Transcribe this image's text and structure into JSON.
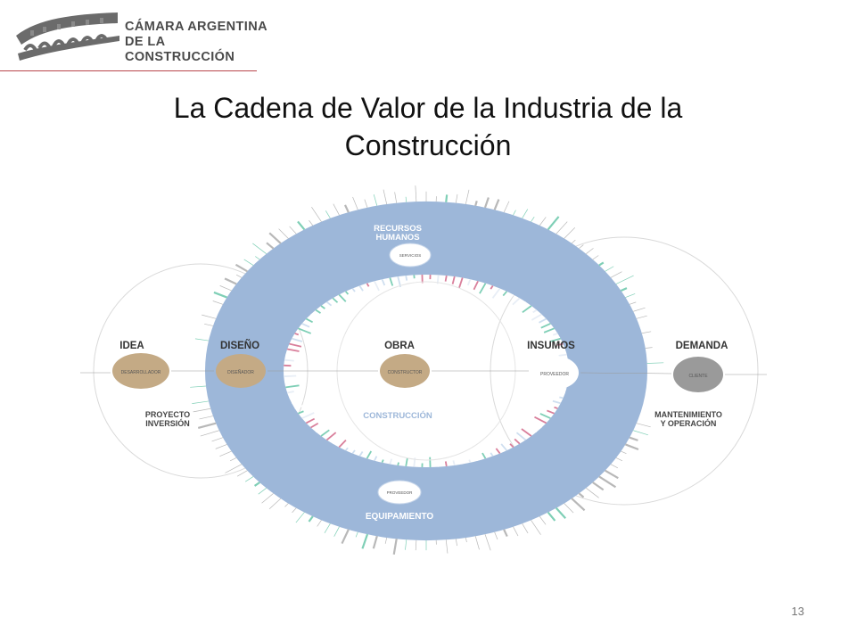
{
  "header": {
    "org_line1": "CÁMARA ARGENTINA",
    "org_line2": "DE LA CONSTRUCCIÓN"
  },
  "slide": {
    "title": "La Cadena de Valor de la Industria de la Construcción",
    "page_number": "13"
  },
  "diagram": {
    "stages": {
      "idea": "IDEA",
      "diseno": "DISEÑO",
      "obra": "OBRA",
      "insumos": "INSUMOS",
      "demanda": "DEMANDA"
    },
    "ring_labels": {
      "recursos_line1": "RECURSOS",
      "recursos_line2": "HUMANOS",
      "equipamiento": "EQUIPAMIENTO"
    },
    "group_labels": {
      "proyecto_line1": "PROYECTO",
      "proyecto_line2": "INVERSIÓN",
      "construccion": "CONSTRUCCIÓN",
      "mant_line1": "MANTENIMIENTO",
      "mant_line2": "Y OPERACIÓN"
    },
    "node_labels": {
      "desarrollador": "DESARROLLADOR",
      "disenador": "DISEÑADOR",
      "constructor": "CONSTRUCTOR",
      "proveedor": "PROVEEDOR",
      "cliente": "CLIENTE",
      "servicios": "SERVICIOS",
      "proveedor_equipo": "PROVEEDOR"
    },
    "colors": {
      "ring_blue": "#9db7d9",
      "node_tan": "#c4aa85",
      "node_gray": "#9a9a9a",
      "accent_green": "#7fcfb6",
      "accent_pink": "#d97f9b",
      "outline": "#d9d9d9"
    }
  }
}
